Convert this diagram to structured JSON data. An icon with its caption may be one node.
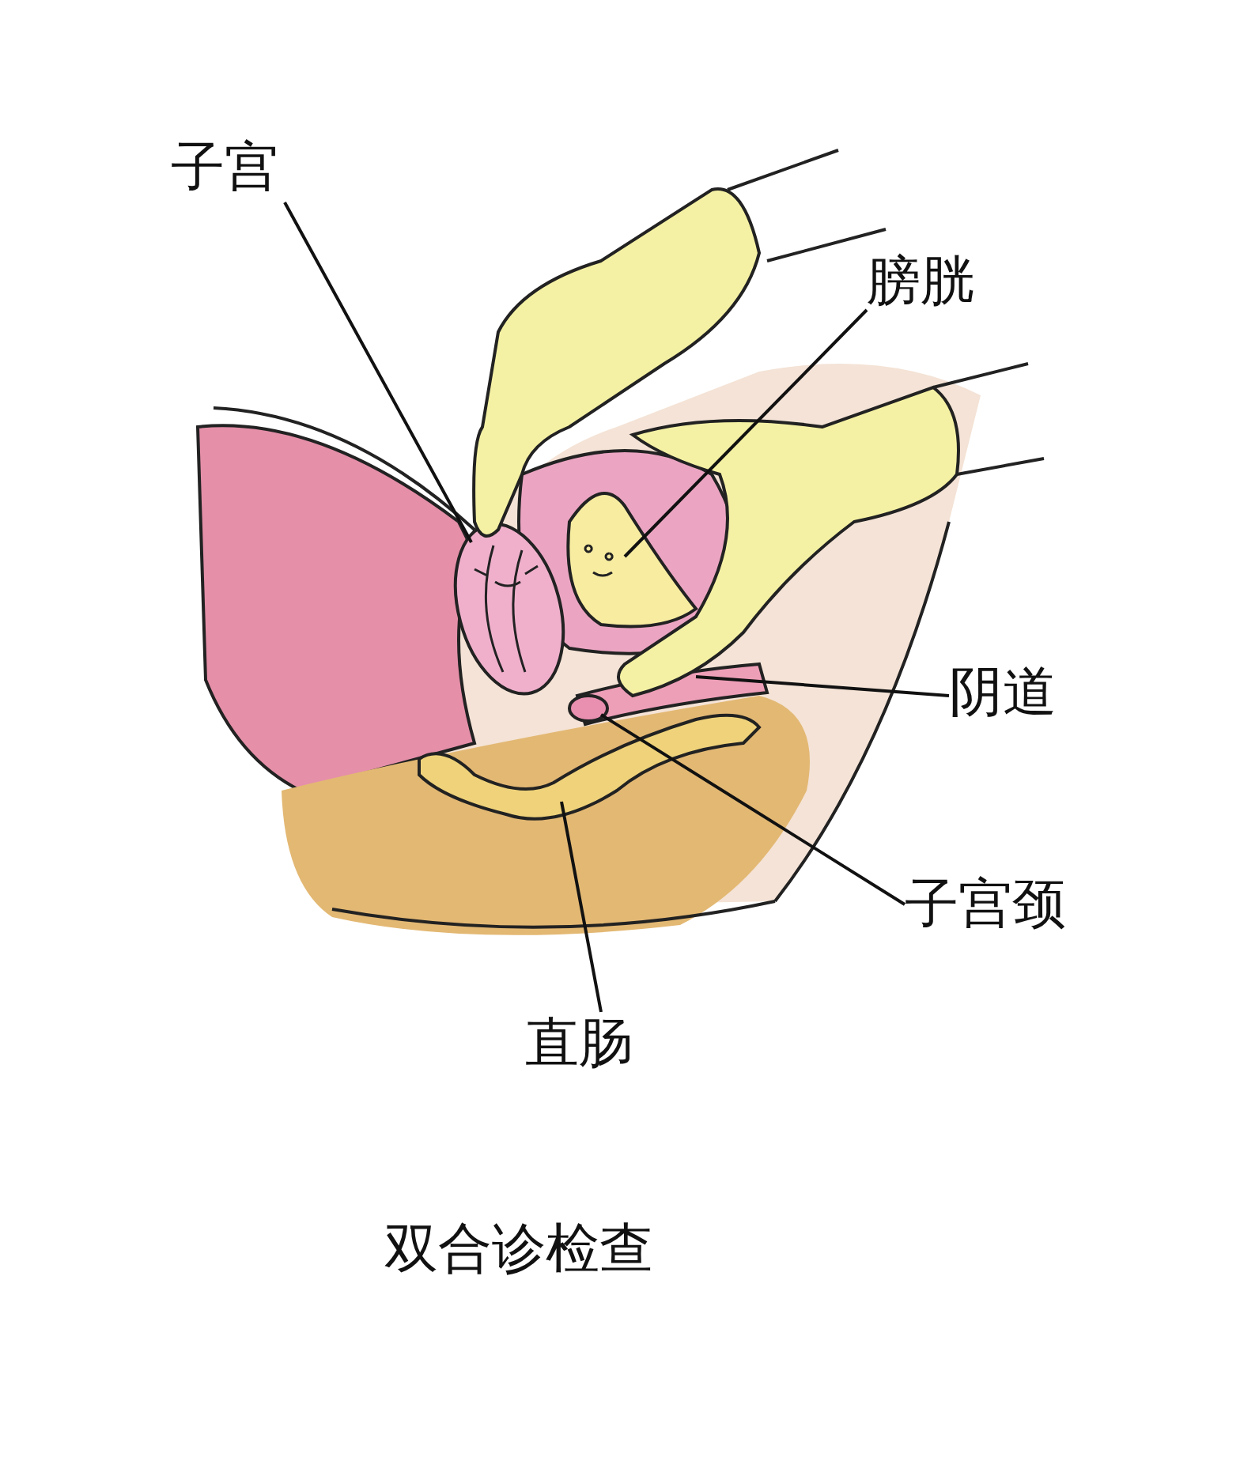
{
  "diagram": {
    "caption": "双合诊检查",
    "nodes": [
      {
        "text": [
          "子宫"
        ]
      },
      {
        "text": [],
        "shape": "picture"
      },
      {
        "text": [
          "膀胱"
        ]
      },
      {
        "text": [],
        "shape": "picture"
      },
      {
        "text": [
          "阴道"
        ]
      },
      {
        "text": [],
        "shape": "picture"
      },
      {
        "text": [
          "子宫颈"
        ]
      },
      {
        "text": [],
        "shape": "circle"
      },
      {
        "text": [
          "直肠"
        ]
      },
      {
        "text": [],
        "shape": "picture"
      }
    ],
    "edges": [
      {
        "from": 0,
        "to": 1,
        "arrow": "none"
      },
      {
        "from": 2,
        "to": 3,
        "arrow": "none"
      },
      {
        "from": 4,
        "to": 5,
        "arrow": "none"
      },
      {
        "from": 6,
        "to": 7,
        "arrow": "none"
      },
      {
        "from": 8,
        "to": 9,
        "arrow": "none"
      }
    ]
  }
}
